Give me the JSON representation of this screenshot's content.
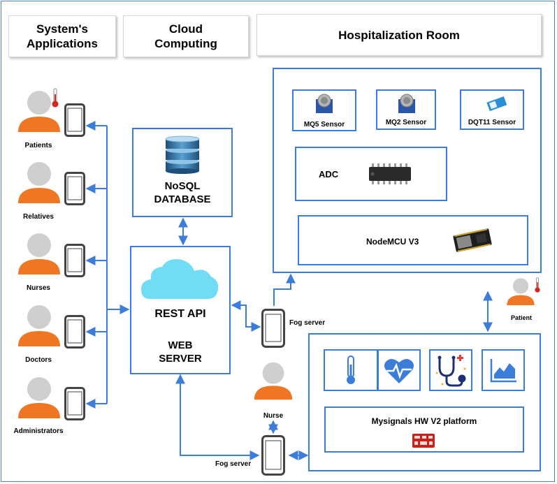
{
  "headers": {
    "apps": "System's\nApplications",
    "cloud": "Cloud\nComputing",
    "room": "Hospitalization Room"
  },
  "users": [
    {
      "label": "Patients"
    },
    {
      "label": "Relatives"
    },
    {
      "label": "Nurses"
    },
    {
      "label": "Doctors"
    },
    {
      "label": "Administrators"
    }
  ],
  "cloud": {
    "db_line1": "NoSQL",
    "db_line2": "DATABASE",
    "api": "REST API",
    "web_line1": "WEB",
    "web_line2": "SERVER"
  },
  "fog": {
    "top": "Fog server",
    "bottom": "Fog server"
  },
  "nurse": "Nurse",
  "patient": "Patient",
  "sensors": {
    "mq5": "MQ5 Sensor",
    "mq2": "MQ2 Sensor",
    "dqt": "DQT11 Sensor",
    "adc": "ADC",
    "node": "NodeMCU V3"
  },
  "mysignals": "Mysignals HW V2 platform",
  "colors": {
    "accent": "#3b7dd8",
    "person_body": "#ef7622",
    "person_head": "#cfcfcf",
    "phone": "#444444",
    "cloud": "#72dcf4"
  }
}
